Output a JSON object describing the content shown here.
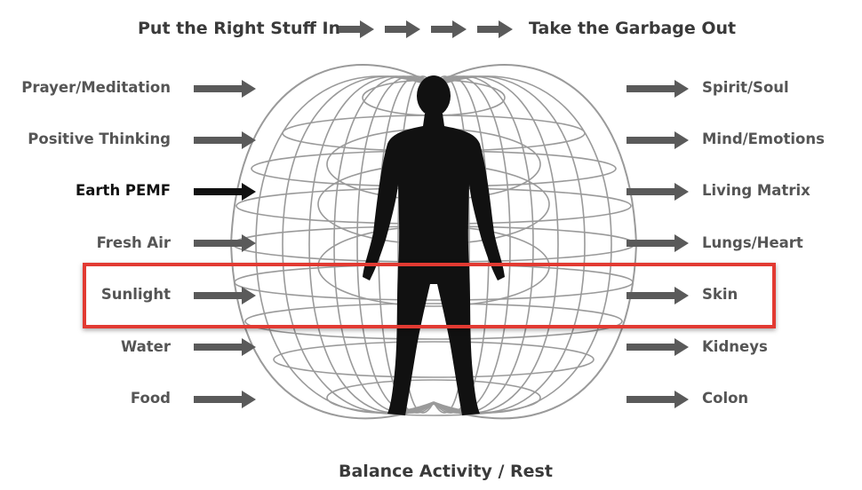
{
  "header": {
    "left_title": "Put the Right Stuff In",
    "right_title": "Take the Garbage Out"
  },
  "footer": {
    "title": "Balance Activity / Rest"
  },
  "inputs": [
    {
      "label": "Prayer/Meditation",
      "emphasis": false
    },
    {
      "label": "Positive Thinking",
      "emphasis": false
    },
    {
      "label": "Earth PEMF",
      "emphasis": true
    },
    {
      "label": "Fresh Air",
      "emphasis": false
    },
    {
      "label": "Sunlight",
      "emphasis": false
    },
    {
      "label": "Water",
      "emphasis": false
    },
    {
      "label": "Food",
      "emphasis": false
    }
  ],
  "outputs": [
    {
      "label": "Spirit/Soul"
    },
    {
      "label": "Mind/Emotions"
    },
    {
      "label": "Living Matrix"
    },
    {
      "label": "Lungs/Heart"
    },
    {
      "label": "Skin"
    },
    {
      "label": "Kidneys"
    },
    {
      "label": "Colon"
    }
  ],
  "colors": {
    "arrow": "#5a5a5a",
    "arrow_emphasis": "#111111",
    "field_lines": "#9a9a9a",
    "figure": "#111111",
    "highlight": "#e23a32"
  },
  "highlighted_row": "Sunlight"
}
